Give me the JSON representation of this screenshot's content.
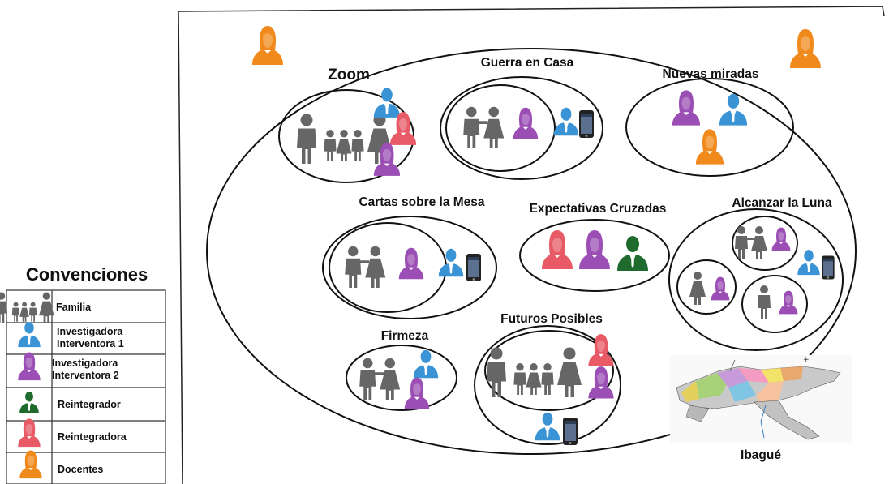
{
  "legend": {
    "title": "Convenciones",
    "rows": [
      {
        "label_lines": [
          "Familia"
        ],
        "icon": "family-icon"
      },
      {
        "label_lines": [
          "Investigadora",
          "Interventora 1"
        ],
        "icon": "researcher-1-icon"
      },
      {
        "label_lines": [
          "Investigadora",
          "Interventora 2"
        ],
        "icon": "researcher-2-icon"
      },
      {
        "label_lines": [
          "Reintegrador"
        ],
        "icon": "reintegrator-male-icon"
      },
      {
        "label_lines": [
          "Reintegradora"
        ],
        "icon": "reintegrator-female-icon"
      },
      {
        "label_lines": [
          "Docentes"
        ],
        "icon": "teacher-icon"
      }
    ]
  },
  "workshops": {
    "zoom": "Zoom",
    "guerra": "Guerra en Casa",
    "nuevas": "Nuevas miradas",
    "cartas": "Cartas sobre la Mesa",
    "expectativas": "Expectativas Cruzadas",
    "alcanzar": "Alcanzar la Luna",
    "firmeza": "Firmeza",
    "futuros": "Futuros Posibles"
  },
  "map": {
    "label": "Ibagué"
  },
  "colors": {
    "researcher_1": "#3a93d4",
    "researcher_2": "#9b4fb5",
    "reintegrator_male": "#1f6b2e",
    "reintegrator_female": "#e75a66",
    "teacher": "#f08a1c",
    "family": "#666666"
  }
}
